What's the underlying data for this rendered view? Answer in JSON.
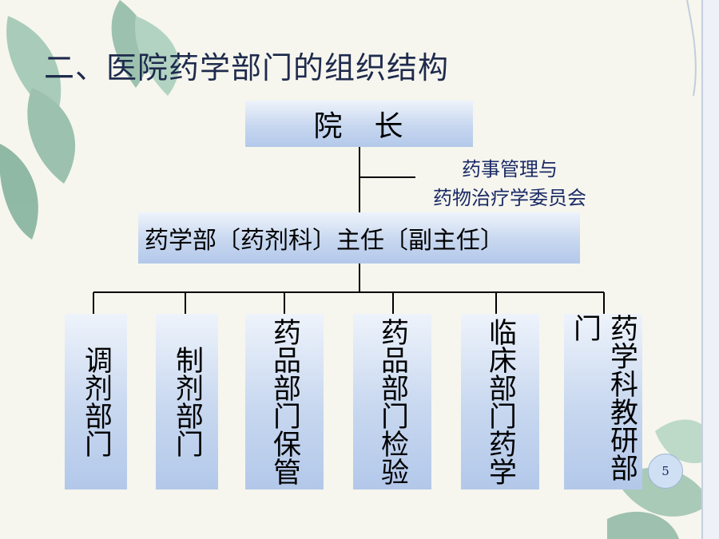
{
  "title": "二、医院药学部门的组织结构",
  "dean": "院　长",
  "committee": [
    "药事管理与",
    "药物治疗学委员会"
  ],
  "pharmacy_head": "药学部〔药剂科〕主任〔副主任〕",
  "departments": [
    "调剂部门",
    "制剂部门",
    "药品部门保管",
    "药品部门检验",
    "临床部门药学",
    "药学科教研部门"
  ],
  "page_number": "5"
}
